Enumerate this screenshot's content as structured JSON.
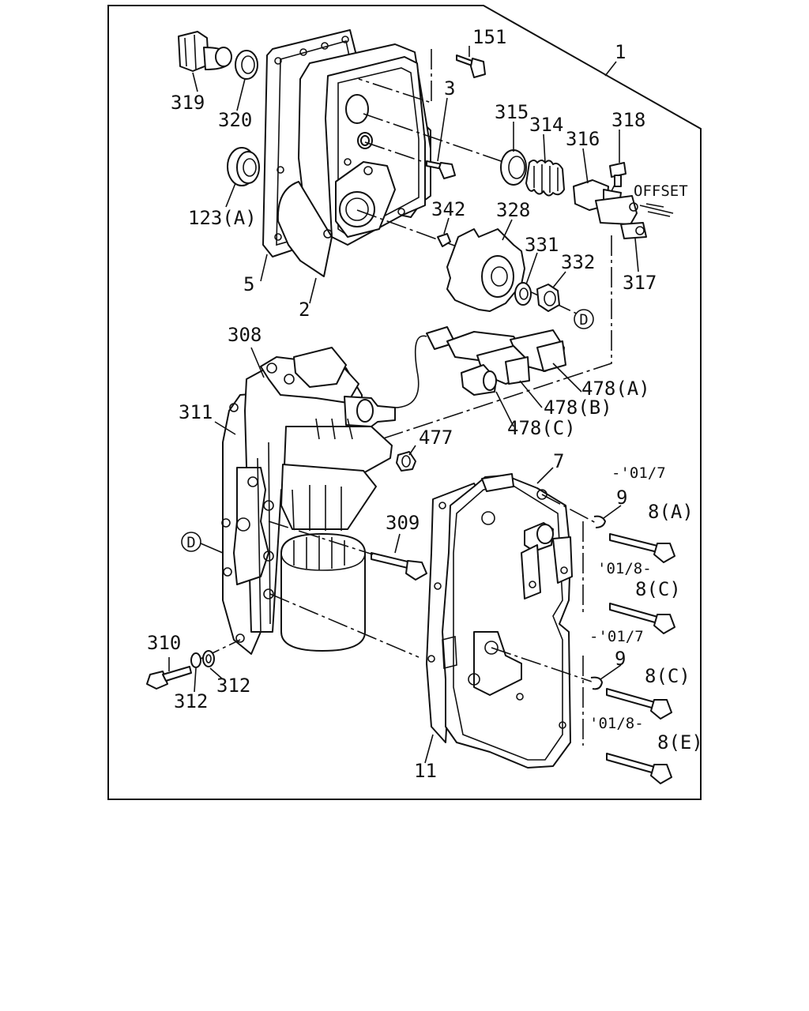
{
  "diagram": {
    "labels": {
      "p1": "1",
      "p2": "2",
      "p3": "3",
      "p5": "5",
      "p7": "7",
      "p9a": "9",
      "p9b": "9",
      "p11": "11",
      "p8a": "8(A)",
      "p8c1": "8(C)",
      "p8c2": "8(C)",
      "p8e": "8(E)",
      "p123a": "123(A)",
      "p151": "151",
      "p308": "308",
      "p309": "309",
      "p310": "310",
      "p311": "311",
      "p312a": "312",
      "p312b": "312",
      "p314": "314",
      "p315": "315",
      "p316": "316",
      "p317": "317",
      "p318": "318",
      "p319": "319",
      "p320": "320",
      "p328": "328",
      "p331": "331",
      "p332": "332",
      "p342": "342",
      "p477": "477",
      "p478a": "478(A)",
      "p478b": "478(B)",
      "p478c": "478(C)",
      "offset": "OFFSET",
      "date1": "-'01/7",
      "date2": "'01/8-",
      "date3": "-'01/7",
      "date4": "'01/8-",
      "ref_d1": "D",
      "ref_d2": "D"
    }
  }
}
